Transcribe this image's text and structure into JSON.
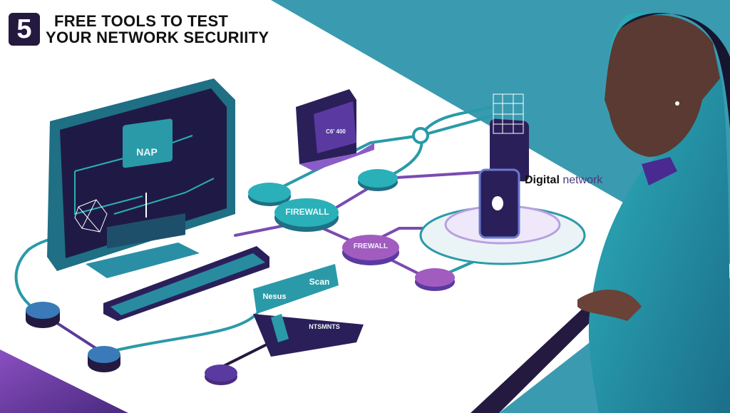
{
  "headline": {
    "number": "5",
    "line1": "FREE TOOLS TO TEST",
    "line2": "YOUR NETWORK SECURIITY"
  },
  "labels": {
    "digital_word1": "Digital",
    "digital_word2": " network",
    "monitor_screen_title": "NAP",
    "firewall_teal": "FIREWALL",
    "firewall_purple": "FREWALL",
    "nessus": "Nesus",
    "scan": "Scan",
    "nessus_base": "NTSMNTS",
    "server_screen": "C6' 400"
  },
  "colors": {
    "teal_bg": "#3a9ab0",
    "navy": "#241a40",
    "purple": "#7a4bb0",
    "teal_node": "#2ab0b8",
    "violet_node": "#a25cc0",
    "table": "#ffffff"
  }
}
